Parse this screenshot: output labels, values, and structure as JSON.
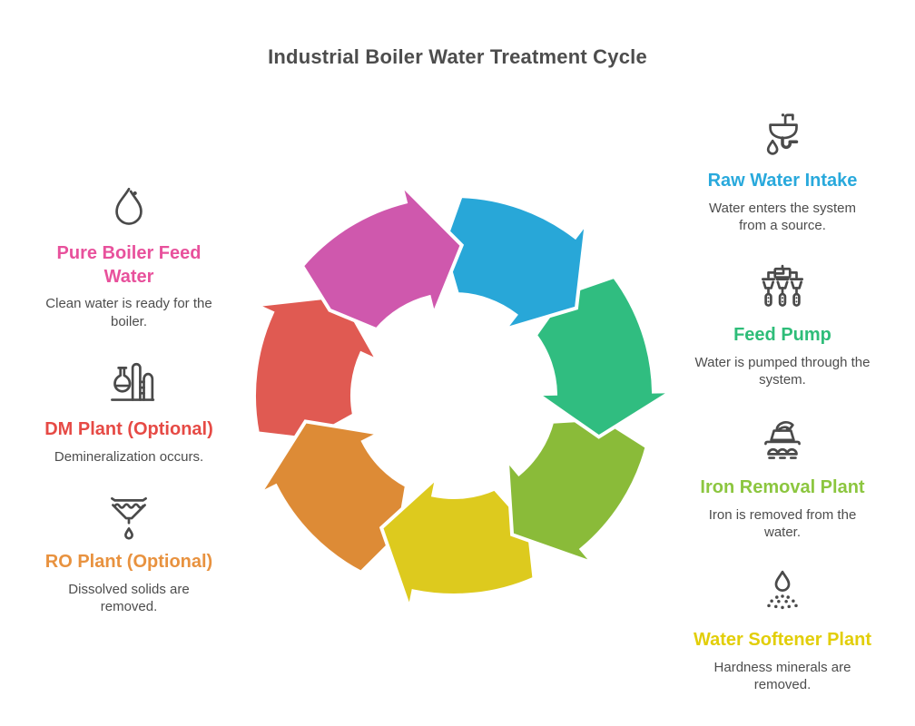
{
  "page": {
    "title": "Industrial Boiler Water Treatment Cycle",
    "title_color": "#4d4d4d",
    "background": "#ffffff"
  },
  "cycle": {
    "direction": "clockwise",
    "arrows": [
      {
        "step": "Pure Boiler Feed Water",
        "color": "#cf58ad"
      },
      {
        "step": "Raw Water Intake",
        "color": "#28a7d8"
      },
      {
        "step": "Feed Pump",
        "color": "#30bd80"
      },
      {
        "step": "Iron Removal Plant",
        "color": "#8abb39"
      },
      {
        "step": "Water Softener Plant",
        "color": "#ddca1e"
      },
      {
        "step": "RO Plant (Optional)",
        "color": "#dd8b36"
      },
      {
        "step": "DM Plant (Optional)",
        "color": "#e05a52"
      }
    ]
  },
  "left_column": {
    "items": [
      {
        "icon": "water-drop",
        "title": "Pure Boiler Feed Water",
        "title_color": "#e8519c",
        "description": "Clean water is ready for the boiler."
      },
      {
        "icon": "chemical-plant",
        "title": "DM Plant (Optional)",
        "title_color": "#e64a45",
        "description": "Demineralization occurs."
      },
      {
        "icon": "funnel-filter",
        "title": "RO Plant (Optional)",
        "title_color": "#e8923f",
        "description": "Dissolved solids are removed."
      }
    ]
  },
  "right_column": {
    "items": [
      {
        "icon": "water-basin",
        "title": "Raw Water Intake",
        "title_color": "#29a9dc",
        "description": "Water enters the system from a source."
      },
      {
        "icon": "pump-manifold",
        "title": "Feed Pump",
        "title_color": "#2ebd79",
        "description": "Water is pumped through the system."
      },
      {
        "icon": "industrial-machine",
        "title": "Iron Removal Plant",
        "title_color": "#8cc63f",
        "description": "Iron is removed from the water."
      },
      {
        "icon": "droplet-sprinkle",
        "title": "Water Softener Plant",
        "title_color": "#e2ce08",
        "description": "Hardness minerals are removed."
      }
    ]
  }
}
